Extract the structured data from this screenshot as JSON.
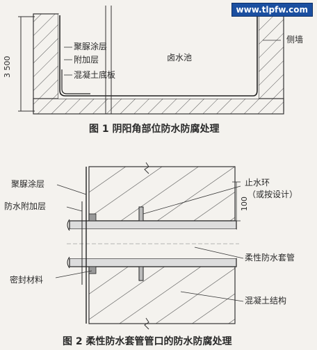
{
  "watermark": "www.tlpfw.com",
  "fig1": {
    "dimension": "3 500",
    "labels": {
      "coating": "聚脲涂层",
      "extra_layer": "附加层",
      "slab": "混凝土底板",
      "pool": "卤水池",
      "side_wall": "侧墙"
    },
    "caption": "图 1  阴阳角部位防水防腐处理"
  },
  "fig2": {
    "labels": {
      "coating": "聚脲涂层",
      "extra_layer": "防水附加层",
      "sealant": "密封材料",
      "water_ring": "止水环",
      "water_ring_note": "（或按设计）",
      "casing": "柔性防水套管",
      "structure": "混凝土结构",
      "dim": "100"
    },
    "caption": "图 2  柔性防水套管管口的防水防腐处理"
  }
}
